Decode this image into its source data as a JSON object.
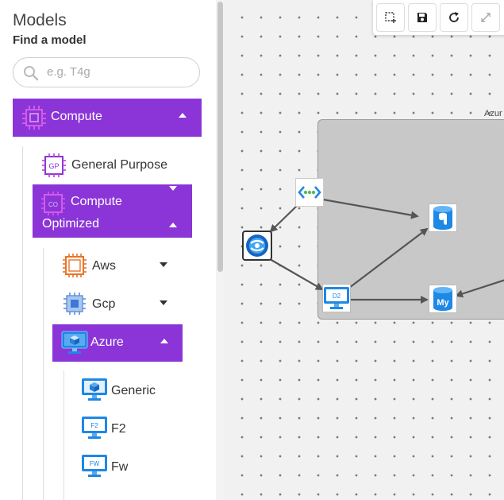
{
  "sidebar": {
    "title": "Models",
    "find_label": "Find a model",
    "search_placeholder": "e.g. T4g",
    "compute": {
      "label": "Compute"
    },
    "general_purpose": {
      "label": "General Purpose",
      "badge": "GP"
    },
    "compute_optimized": {
      "line1": "Compute",
      "line2": "Optimized",
      "badge": "CO"
    },
    "aws": {
      "label": "Aws"
    },
    "gcp": {
      "label": "Gcp"
    },
    "azure": {
      "label": "Azure"
    },
    "generic": {
      "label": "Generic"
    },
    "f2": {
      "label": "F2",
      "badge": "F2"
    },
    "fw": {
      "label": "Fw",
      "badge": "FW"
    }
  },
  "canvas": {
    "group_label": "Azur",
    "vm_node_badge": "D2",
    "mysql_badge": "My"
  },
  "colors": {
    "accent": "#8b35d8",
    "azure_blue": "#1e88e5",
    "aws_orange": "#e8732a"
  }
}
